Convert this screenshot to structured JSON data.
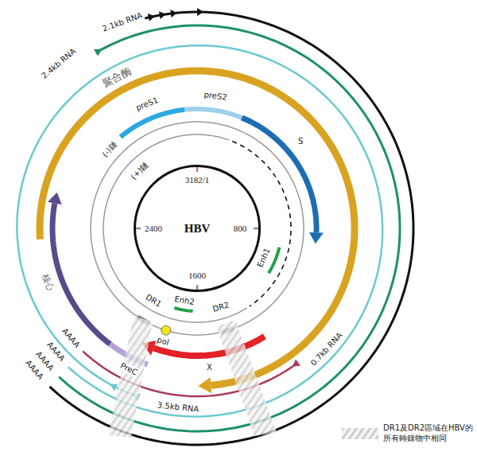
{
  "diagram": {
    "nodes": [
      {
        "text": [
          "HBV"
        ]
      }
    ],
    "labels": [
      "2.1kb RNA",
      "2.4kb RNA",
      "聚合酶",
      "preS1",
      "preS2",
      "S",
      "(-)鏈",
      "(+)鏈",
      "3182/1",
      "2400",
      "800",
      "1600",
      "Enh1",
      "Enh2",
      "DR1",
      "DR2",
      "pol",
      "X",
      "0.7kb RNA",
      "核心",
      "PreC",
      "AAAA",
      "AAAA",
      "AAAA",
      "AAAA",
      "3.5kb RNA"
    ],
    "legend": [
      {
        "text": "DR1及DR2區域在HBV的 所有轉錄物中相同"
      }
    ]
  }
}
